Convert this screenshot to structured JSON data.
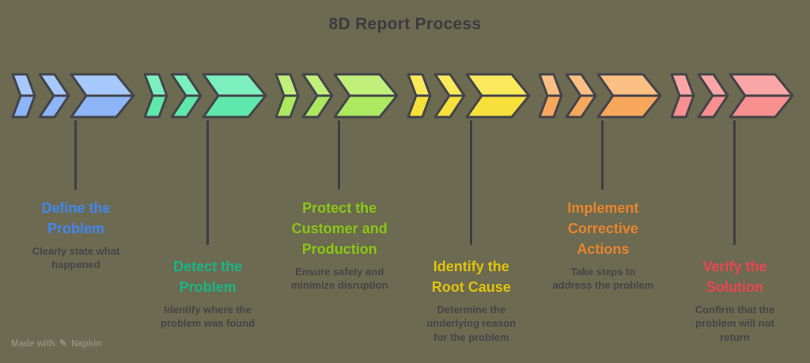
{
  "page": {
    "title": "8D Report Process",
    "background_color": "#6c6a50",
    "outline_color": "#44444a",
    "heading_color": "#3b3b41",
    "description_color": "#45454a"
  },
  "watermark": {
    "prefix": "Made with",
    "icon": "pen-icon",
    "brand": "Napkin"
  },
  "steps": [
    {
      "title": "Define the\nProblem",
      "description": "Clearly state what\nhappened",
      "accent": "#4186f2",
      "fill_light": "#a6c8fa",
      "fill_dark": "#8db5f7",
      "placement": "high"
    },
    {
      "title": "Detect the\nProblem",
      "description": "Identify where the\nproblem was found",
      "accent": "#18b687",
      "fill_light": "#7cefbe",
      "fill_dark": "#5fe8ab",
      "placement": "low"
    },
    {
      "title": "Protect the\nCustomer and\nProduction",
      "description": "Ensure safety and\nminimize disruption",
      "accent": "#89c616",
      "fill_light": "#c1ef7c",
      "fill_dark": "#ace960",
      "placement": "high"
    },
    {
      "title": "Identify the\nRoot Cause",
      "description": "Determine the\nunderlying reason\nfor the problem",
      "accent": "#e0c20e",
      "fill_light": "#fbe95c",
      "fill_dark": "#f8e03a",
      "placement": "low"
    },
    {
      "title": "Implement\nCorrective\nActions",
      "description": "Take steps to\naddress the problem",
      "accent": "#e9852e",
      "fill_light": "#fbbf84",
      "fill_dark": "#f8a85d",
      "placement": "high"
    },
    {
      "title": "Verify the\nSolution",
      "description": "Confirm that the\nproblem will not\nreturn",
      "accent": "#ec4552",
      "fill_light": "#fba6a6",
      "fill_dark": "#f99090",
      "placement": "low"
    }
  ]
}
